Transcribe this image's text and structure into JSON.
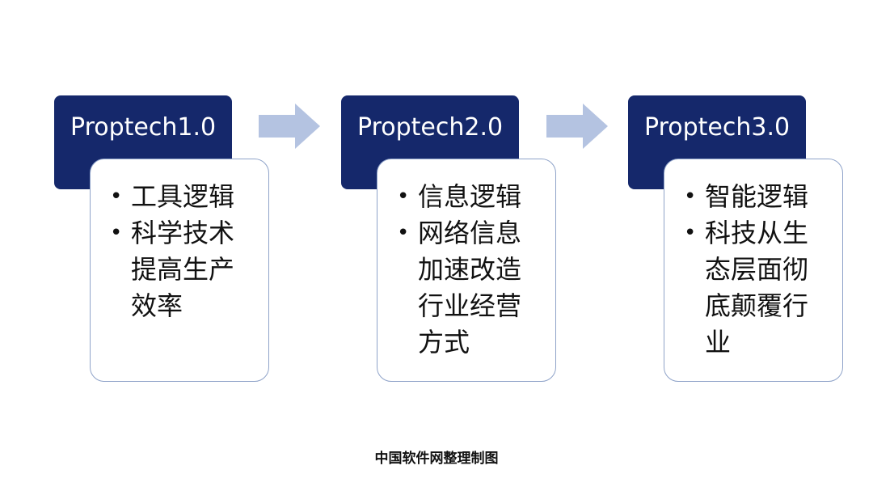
{
  "stages": [
    {
      "title": "Proptech1.0",
      "bullets": [
        "工具逻辑",
        "科学技术提高生产效率"
      ]
    },
    {
      "title": "Proptech2.0",
      "bullets": [
        "信息逻辑",
        "网络信息加速改造行业经营方式"
      ]
    },
    {
      "title": "Proptech3.0",
      "bullets": [
        "智能逻辑",
        "科技从生态层面彻底颠覆行业"
      ]
    }
  ],
  "caption": "中国软件网整理制图",
  "colors": {
    "header_fill": "#15286b",
    "header_text": "#ffffff",
    "box_border": "#8fa3c9",
    "arrow_fill": "#b4c3e1"
  },
  "icons": {
    "arrow": "right-arrow-icon",
    "bullet": "bullet-dot"
  }
}
